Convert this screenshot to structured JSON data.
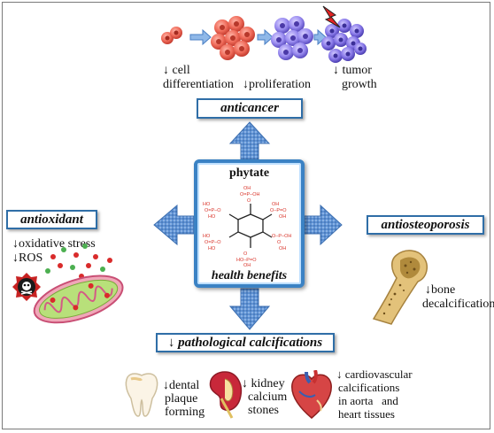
{
  "anticancer": {
    "title": "anticancer",
    "items": [
      "↓ cell differentiation",
      "↓proliferation",
      "↓ tumor growth"
    ],
    "cell_label": "↓ cell",
    "diff_label": "differentiation",
    "prolif_label": "↓proliferation",
    "tumor_label_1": "↓ tumor",
    "tumor_label_2": "growth"
  },
  "antioxidant": {
    "title": "antioxidant",
    "line1": "↓oxidative stress",
    "line2": "↓ROS"
  },
  "antiosteoporosis": {
    "title": "antiosteoporosis",
    "line1": "↓bone",
    "line2": "decalcification"
  },
  "center": {
    "title": "phytate",
    "subtitle": "health benefits"
  },
  "calcifications": {
    "title": "↓ pathological calcifications",
    "dental_1": "↓dental",
    "dental_2": "plaque",
    "dental_3": "forming",
    "kidney_1": "↓ kidney",
    "kidney_2": "calcium",
    "kidney_3": "stones",
    "cardio_1": "↓ cardiovascular",
    "cardio_2": "calcifications",
    "cardio_3": "in aorta   and",
    "cardio_4": "heart tissues"
  },
  "colors": {
    "box_border": "#2f6ea7",
    "arrow": "#4a7fc4",
    "cell_red": "#e8584a",
    "cell_purple": "#8c7fe0",
    "phosphate_red": "#d9352b"
  }
}
